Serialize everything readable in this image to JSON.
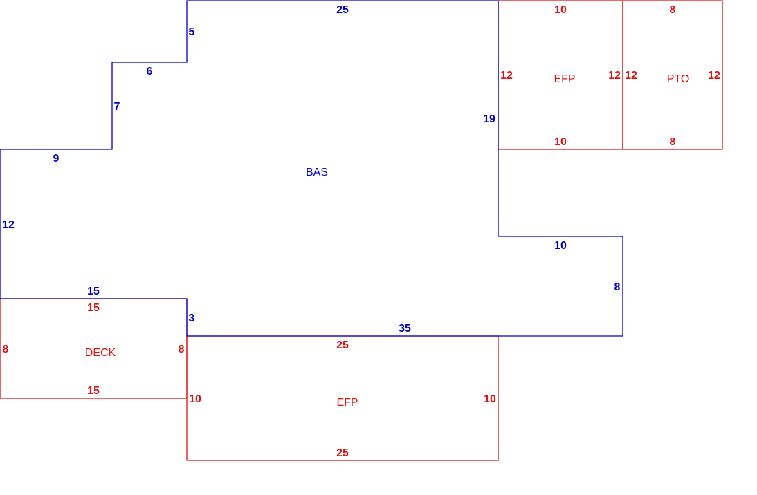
{
  "colors": {
    "base": "#0000cc",
    "addon": "#dd1111"
  },
  "areas": {
    "bas": {
      "label": "BAS",
      "dims": [
        "25",
        "5",
        "6",
        "7",
        "9",
        "12",
        "15",
        "3",
        "35",
        "8",
        "10",
        "19"
      ]
    },
    "efp_right": {
      "label": "EFP",
      "dims": [
        "10",
        "12",
        "12",
        "10"
      ]
    },
    "pto": {
      "label": "PTO",
      "dims": [
        "8",
        "12",
        "12",
        "8"
      ]
    },
    "deck": {
      "label": "DECK",
      "dims": [
        "15",
        "8",
        "8",
        "15"
      ]
    },
    "efp_bottom": {
      "label": "EFP",
      "dims": [
        "25",
        "10",
        "10",
        "25"
      ]
    }
  }
}
